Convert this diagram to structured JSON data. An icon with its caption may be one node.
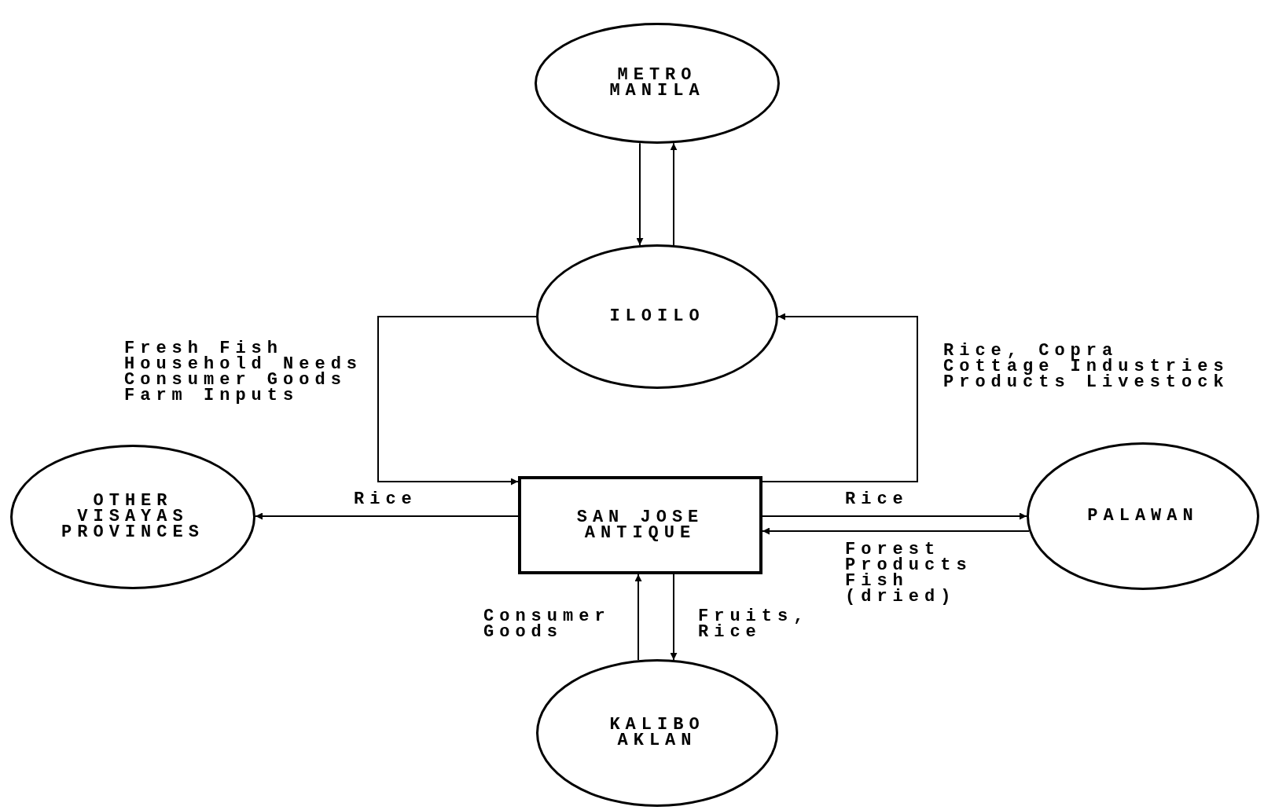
{
  "diagram": {
    "nodes": [
      {
        "text": [
          "METRO MANILA"
        ]
      },
      {
        "text": [
          "ILOILO"
        ]
      },
      {
        "text": [
          "OTHER VISAYAS PROVINCES"
        ]
      },
      {
        "text": [
          "SAN JOSE ANTIQUE"
        ]
      },
      {
        "text": [
          "PALAWAN"
        ]
      },
      {
        "text": [
          "KALIBO AKLAN"
        ]
      }
    ],
    "edges": [
      {
        "from": 0,
        "to": 1,
        "arrow": "to"
      },
      {
        "from": 1,
        "to": 0,
        "arrow": "to"
      },
      {
        "from": 1,
        "to": 3,
        "arrow": "to",
        "label": "Fresh Fish Household Needs Consumer Goods Farm Inputs"
      },
      {
        "from": 3,
        "to": 1,
        "arrow": "to",
        "label": "Rice, Copra Cottage Industries Products Livestock"
      },
      {
        "from": 3,
        "to": 2,
        "arrow": "to",
        "label": "Rice"
      },
      {
        "from": 3,
        "to": 4,
        "arrow": "to",
        "label": "Rice"
      },
      {
        "from": 4,
        "to": 3,
        "arrow": "to",
        "label": "Forest Products Fish (dried)"
      },
      {
        "from": 5,
        "to": 3,
        "arrow": "to",
        "label": "Consumer Goods"
      },
      {
        "from": 3,
        "to": 5,
        "arrow": "to",
        "label": "Fruits, Rice"
      }
    ]
  }
}
